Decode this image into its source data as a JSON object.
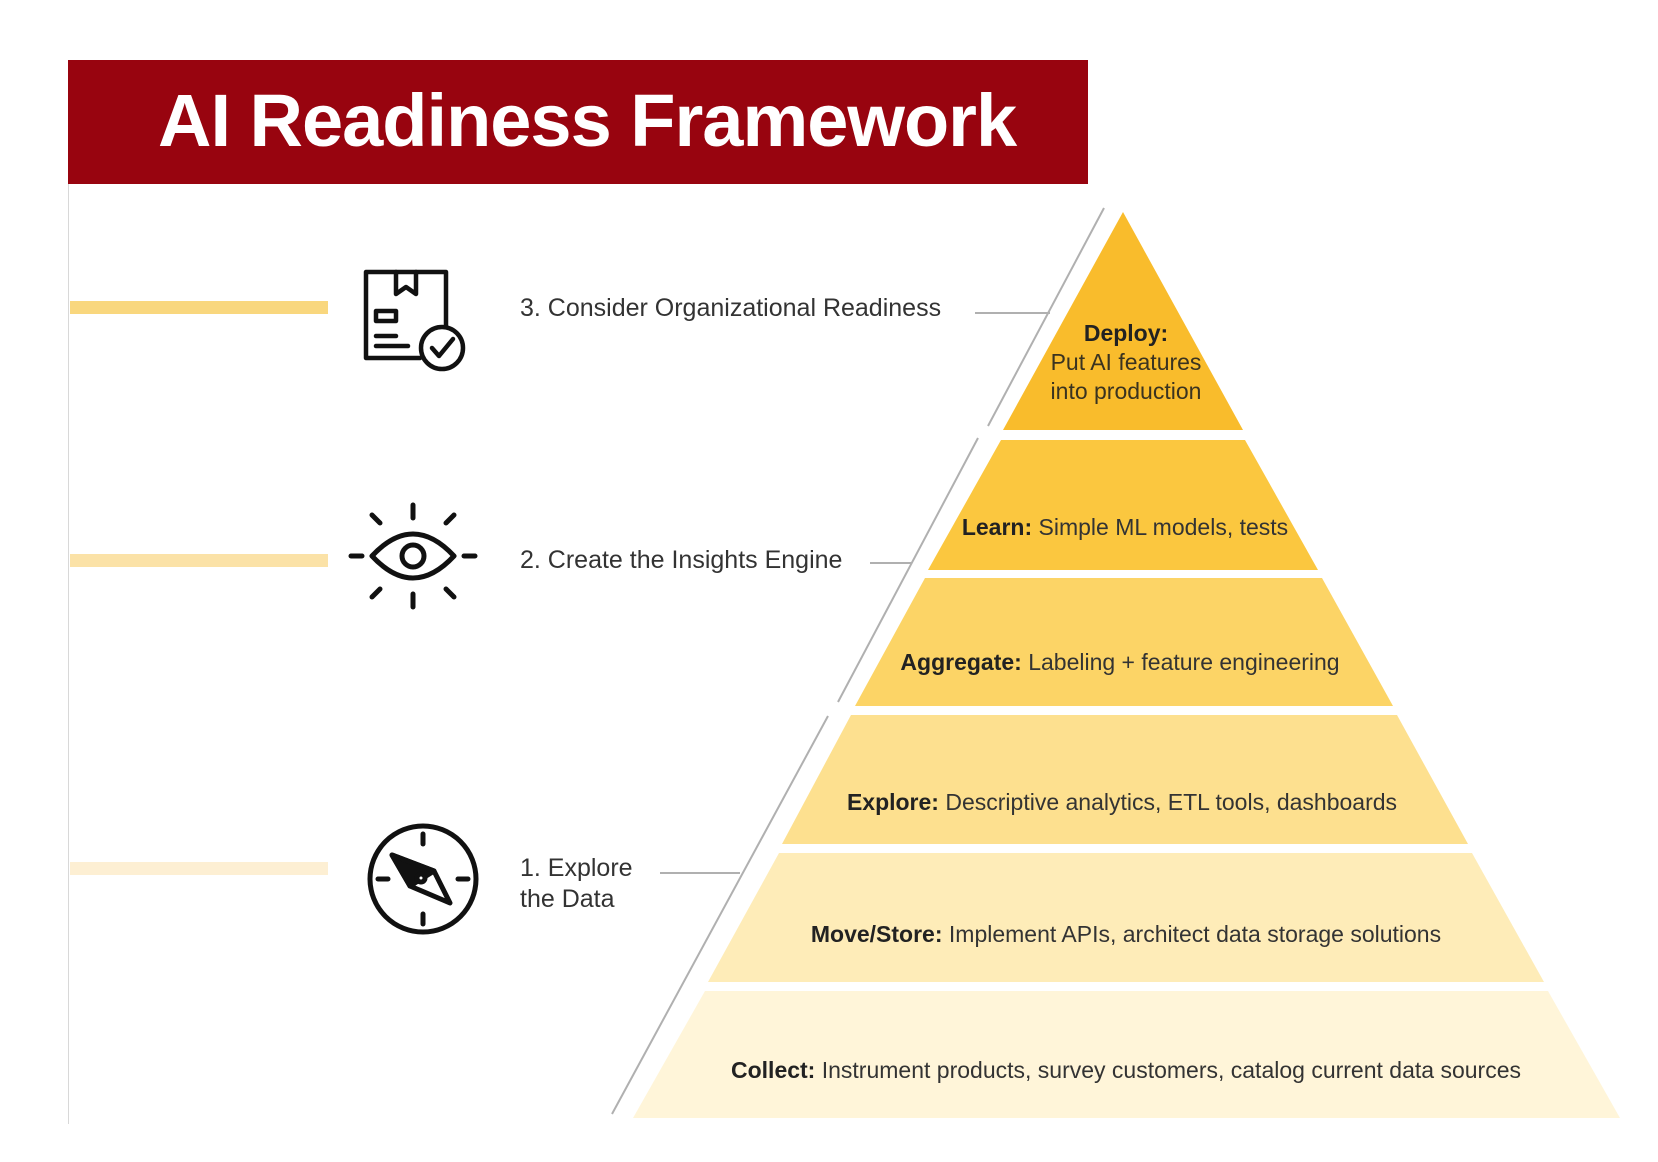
{
  "title": "AI Readiness Framework",
  "colors": {
    "banner": "#98040f",
    "tier_fills": [
      "#f9bc2c",
      "#fbc73f",
      "#fcd466",
      "#fde08f",
      "#feecb8",
      "#fff5d9"
    ],
    "accent_bars": [
      "#f9d77e",
      "#fbe2a7",
      "#fdefd3"
    ]
  },
  "steps": [
    {
      "label": "3. Consider Organizational Readiness",
      "icon": "package-check-icon"
    },
    {
      "label": "2. Create the Insights Engine",
      "icon": "eye-icon"
    },
    {
      "label": "1. Explore\nthe Data",
      "icon": "compass-icon"
    }
  ],
  "pyramid": [
    {
      "name": "Deploy:",
      "desc_lines": [
        "Put AI features",
        "into production"
      ]
    },
    {
      "name": "Learn:",
      "desc": " Simple ML models, tests"
    },
    {
      "name": "Aggregate:",
      "desc": " Labeling + feature engineering"
    },
    {
      "name": "Explore:",
      "desc": " Descriptive analytics, ETL tools, dashboards"
    },
    {
      "name": "Move/Store:",
      "desc": " Implement APIs, architect data storage solutions"
    },
    {
      "name": "Collect:",
      "desc": " Instrument products, survey customers, catalog current data sources"
    }
  ]
}
